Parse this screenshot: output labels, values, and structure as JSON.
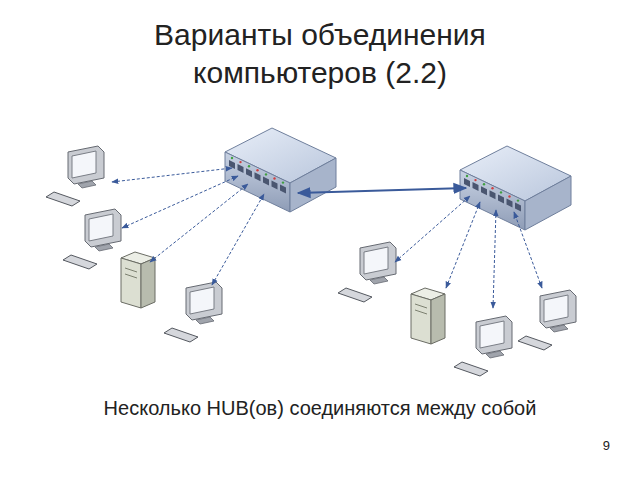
{
  "diagram": {
    "title": "Варианты объединения компьютеров (2.2)",
    "caption": "Несколько HUB(ов) соединяются между собой",
    "labels": [
      "9"
    ]
  }
}
